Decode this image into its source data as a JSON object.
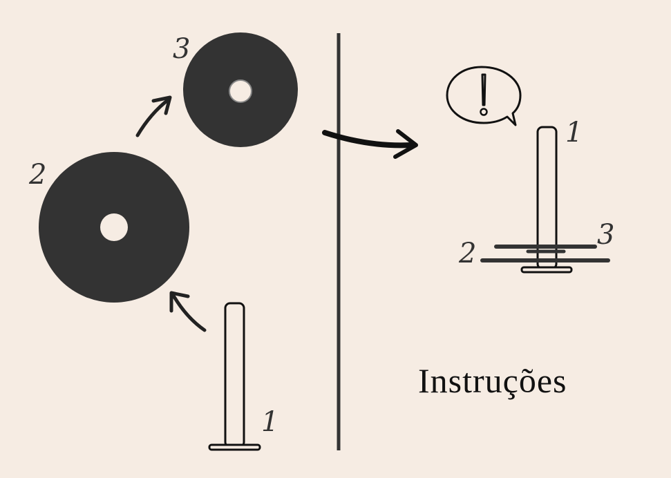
{
  "labels": {
    "left_post": "1",
    "left_big_disc": "2",
    "left_small_disc": "3",
    "right_post": "1",
    "right_big_disc": "2",
    "right_small_disc": "3"
  },
  "title": "Instruções",
  "icons": {
    "alert": "exclamation-speech-bubble-icon"
  },
  "colors": {
    "background": "#f6ece3",
    "ink": "#333333",
    "title": "#111111"
  }
}
